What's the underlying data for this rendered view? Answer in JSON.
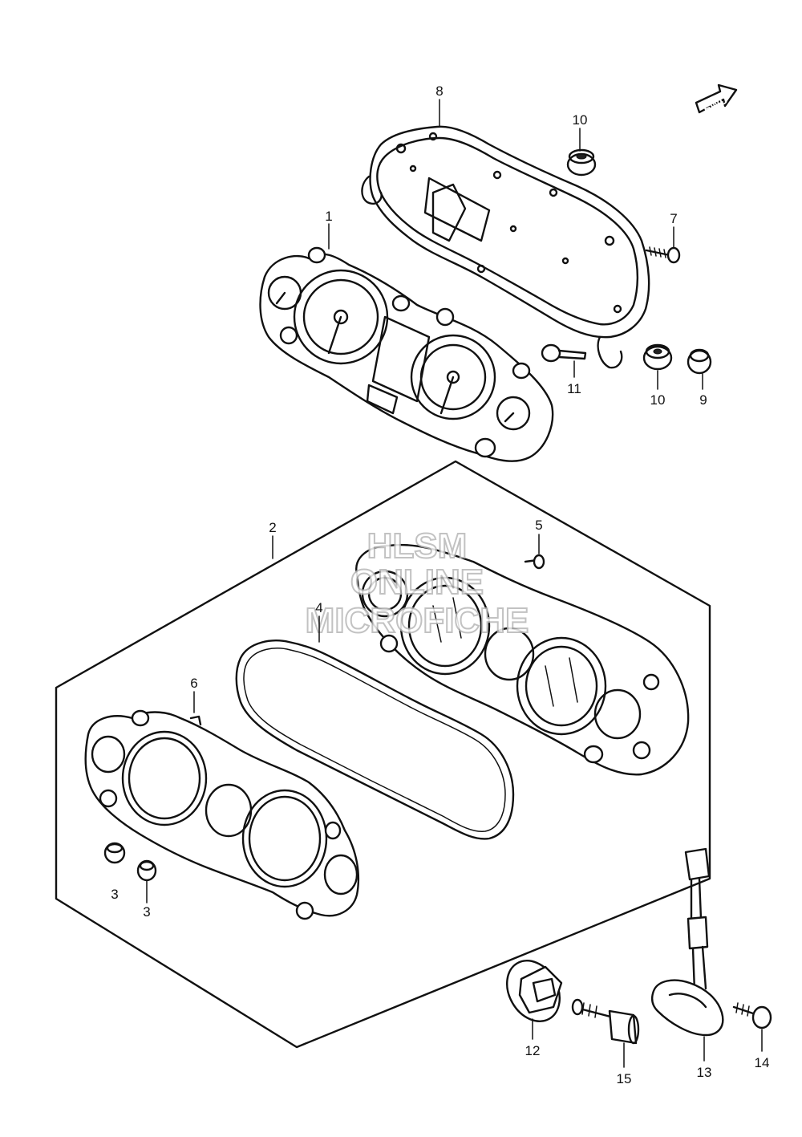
{
  "fwd_label": "FWD",
  "watermark": [
    "HLSM",
    "ONLINE",
    "MICROFICHE"
  ],
  "part_labels": [
    {
      "key": "label-1",
      "text": "1"
    },
    {
      "key": "label-2",
      "text": "2"
    },
    {
      "key": "label-3a",
      "text": "3"
    },
    {
      "key": "label-3b",
      "text": "3"
    },
    {
      "key": "label-4",
      "text": "4"
    },
    {
      "key": "label-5",
      "text": "5"
    },
    {
      "key": "label-6",
      "text": "6"
    },
    {
      "key": "label-7",
      "text": "7"
    },
    {
      "key": "label-8",
      "text": "8"
    },
    {
      "key": "label-9",
      "text": "9"
    },
    {
      "key": "label-10a",
      "text": "10"
    },
    {
      "key": "label-10b",
      "text": "10"
    },
    {
      "key": "label-11",
      "text": "11"
    },
    {
      "key": "label-12",
      "text": "12"
    },
    {
      "key": "label-13",
      "text": "13"
    },
    {
      "key": "label-14",
      "text": "14"
    },
    {
      "key": "label-15",
      "text": "15"
    }
  ]
}
